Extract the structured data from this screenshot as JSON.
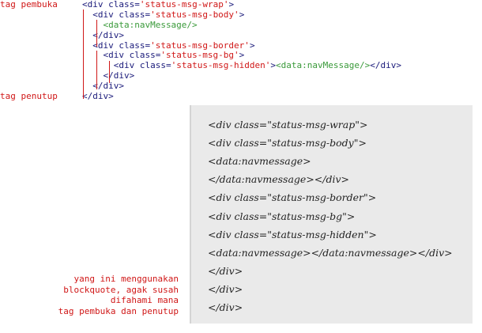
{
  "code_lines": [
    {
      "label": "tag pembuka",
      "indent": 0,
      "open": "<div class=",
      "attr": "'status-msg-wrap'",
      "close": ">",
      "tail": "",
      "end": ""
    },
    {
      "label": "",
      "indent": 1,
      "open": "<div class=",
      "attr": "'status-msg-body'",
      "close": ">",
      "tail": "",
      "end": ""
    },
    {
      "label": "",
      "indent": 2,
      "open": "",
      "attr": "",
      "close": "",
      "tail": "<data:navMessage/>",
      "end": ""
    },
    {
      "label": "",
      "indent": 1,
      "open": "",
      "attr": "",
      "close": "",
      "tail": "",
      "end": "</div>"
    },
    {
      "label": "",
      "indent": 1,
      "open": "<div class=",
      "attr": "'status-msg-border'",
      "close": ">",
      "tail": "",
      "end": ""
    },
    {
      "label": "",
      "indent": 2,
      "open": "<div class=",
      "attr": "'status-msg-bg'",
      "close": ">",
      "tail": "",
      "end": ""
    },
    {
      "label": "",
      "indent": 3,
      "open": "<div class=",
      "attr": "'status-msg-hidden'",
      "close": ">",
      "tail": "<data:navMessage/>",
      "end": "</div>"
    },
    {
      "label": "",
      "indent": 2,
      "open": "",
      "attr": "",
      "close": "",
      "tail": "",
      "end": "</div>"
    },
    {
      "label": "",
      "indent": 1,
      "open": "",
      "attr": "",
      "close": "",
      "tail": "",
      "end": "</div>"
    },
    {
      "label": "tag penutup",
      "indent": 0,
      "open": "",
      "attr": "",
      "close": "",
      "tail": "",
      "end": "</div>"
    }
  ],
  "quote_lines": [
    "<div class=\"status-msg-wrap\">",
    "<div class=\"status-msg-body\">",
    "<data:navmessage>",
    "</data:navmessage></div>",
    "<div class=\"status-msg-border\">",
    "<div class=\"status-msg-bg\">",
    "<div class=\"status-msg-hidden\">",
    "<data:navmessage></data:navmessage></div>",
    "</div>",
    "</div>",
    "</div>"
  ],
  "note": "yang ini menggunakan\nblockquote, agak susah\ndifahami mana\ntag pembuka dan penutup",
  "colors": {
    "label": "#d01717",
    "tag": "#1a1a7a",
    "attr": "#d01717",
    "data_tag": "#3a9a3a",
    "quote_bg": "#eaeaea"
  }
}
